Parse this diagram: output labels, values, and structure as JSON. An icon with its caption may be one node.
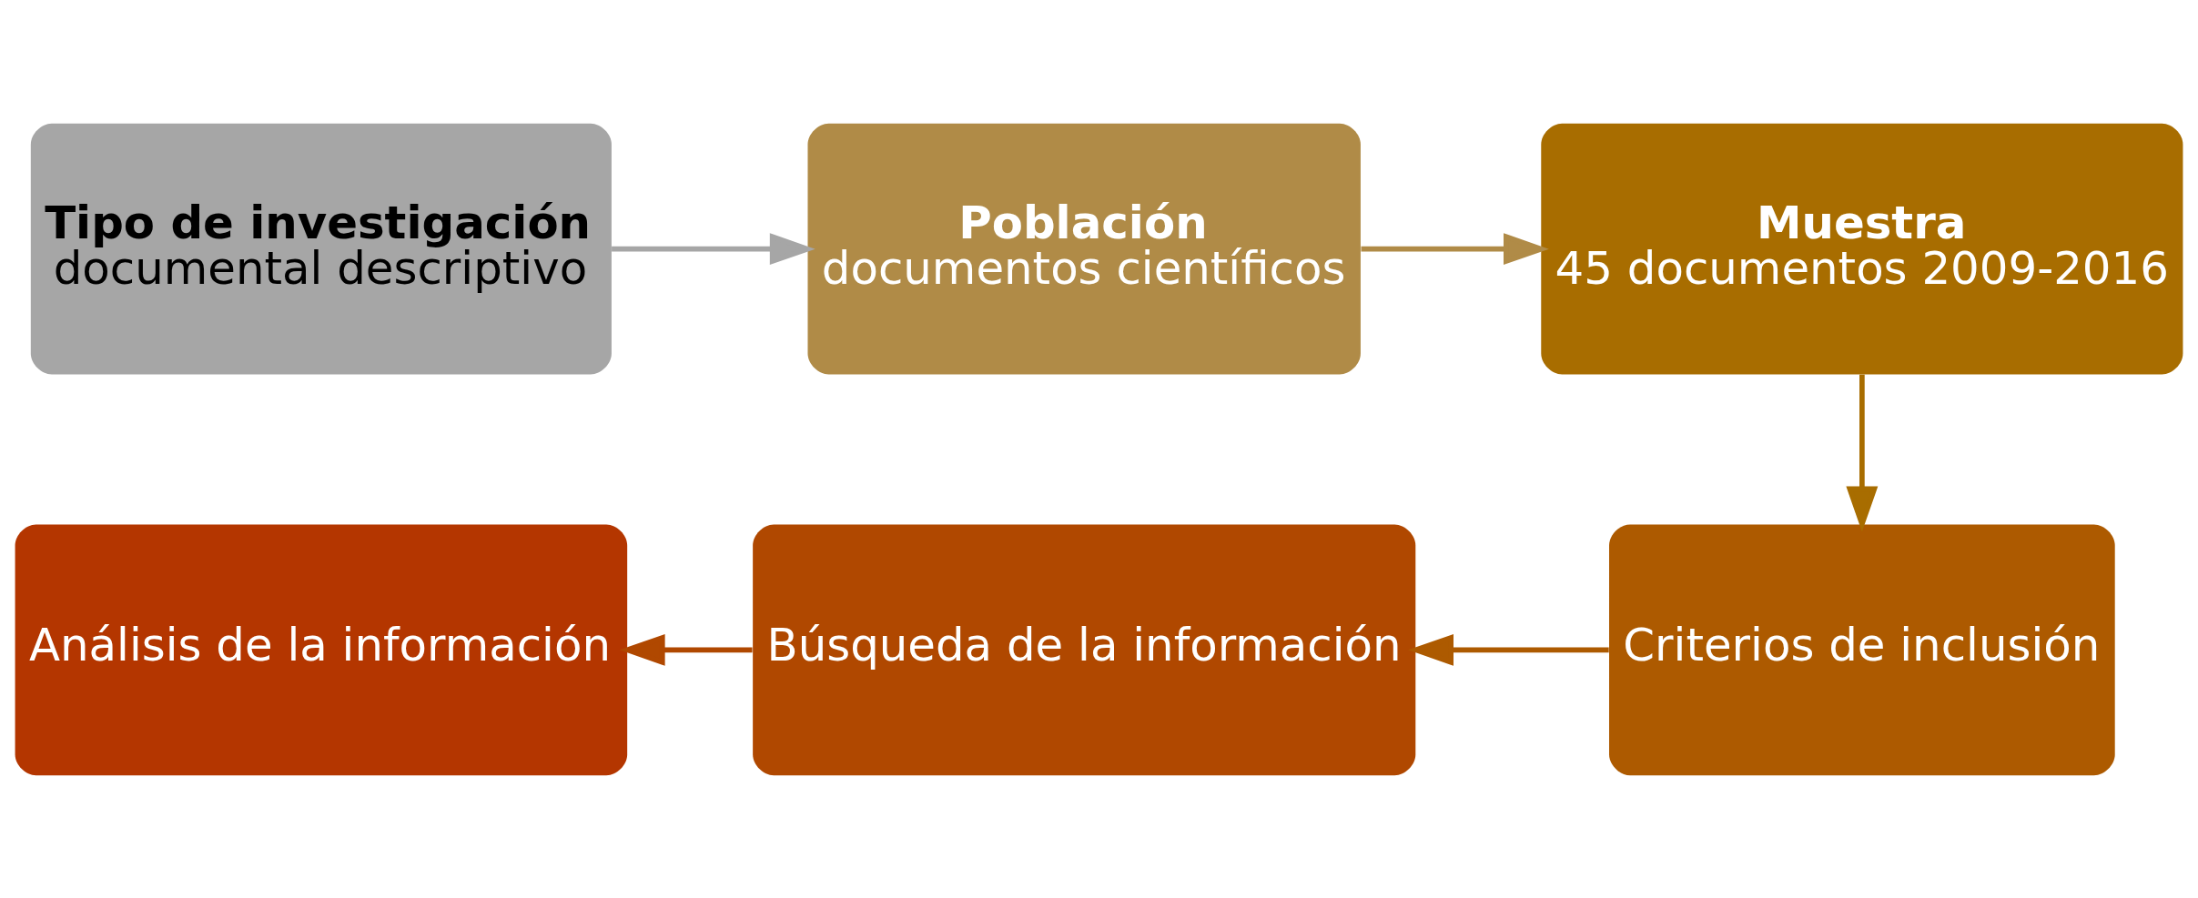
{
  "diagram": {
    "nodes": [
      {
        "text": [
          "Tipo de investigación",
          "documental descriptivo"
        ]
      },
      {
        "text": [
          "Población",
          "documentos científicos"
        ]
      },
      {
        "text": [
          "Muestra",
          "45 documentos 2009-2016"
        ]
      },
      {
        "text": [
          "Criterios de inclusión"
        ]
      },
      {
        "text": [
          "Búsqueda de la información"
        ]
      },
      {
        "text": [
          "Análisis de la información"
        ]
      }
    ],
    "edges": [
      {
        "from": 0,
        "to": 1,
        "arrow": "to",
        "color": "#a6a6a6"
      },
      {
        "from": 1,
        "to": 2,
        "arrow": "to",
        "color": "#b08b47"
      },
      {
        "from": 2,
        "to": 3,
        "arrow": "to",
        "color": "#a86d00"
      },
      {
        "from": 3,
        "to": 4,
        "arrow": "to",
        "color": "#ad5a00"
      },
      {
        "from": 4,
        "to": 5,
        "arrow": "to",
        "color": "#b04800"
      }
    ]
  }
}
